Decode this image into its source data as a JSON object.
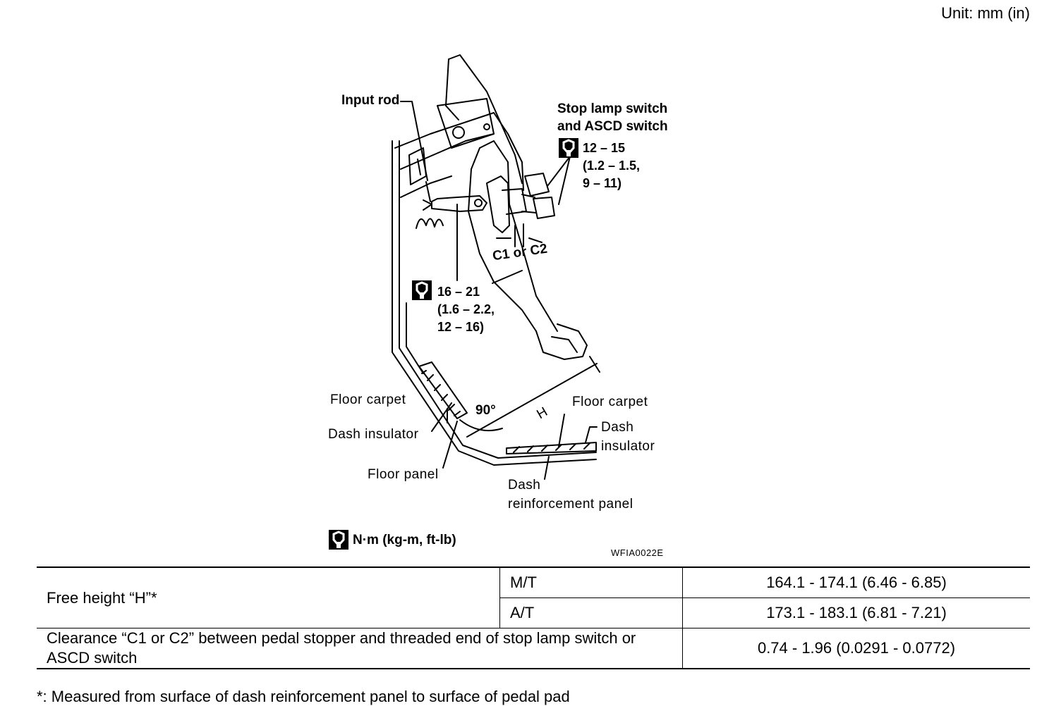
{
  "unit_label": "Unit: mm (in)",
  "figure": {
    "labels": {
      "input_rod": "Input rod",
      "stop_lamp_switch_1": "Stop lamp switch",
      "stop_lamp_switch_2": "and  ASCD switch",
      "clearance": "C1 or C2",
      "floor_carpet_left": "Floor  carpet",
      "dash_insulator_left": "Dash  insulator",
      "floor_panel": "Floor  panel",
      "angle": "90°",
      "h_dim": "H",
      "floor_carpet_right": "Floor  carpet",
      "dash_insulator_right_1": "Dash",
      "dash_insulator_right_2": "insulator",
      "dash_reinf_1": "Dash",
      "dash_reinf_2": "reinforcement  panel"
    },
    "torque_switch": {
      "l1": "12 – 15",
      "l2": "(1.2 – 1.5,",
      "l3": "9 – 11)"
    },
    "torque_pedal": {
      "l1": "16 – 21",
      "l2": "(1.6 – 2.2,",
      "l3": "12 – 16)"
    },
    "legend": "N·m (kg-m, ft-lb)",
    "code": "WFIA0022E"
  },
  "table": {
    "free_height": {
      "label": "Free height “H”*",
      "rows": [
        {
          "type": "M/T",
          "value": "164.1 - 174.1 (6.46 - 6.85)"
        },
        {
          "type": "A/T",
          "value": "173.1 - 183.1 (6.81 - 7.21)"
        }
      ]
    },
    "clearance": {
      "label": "Clearance “C1 or C2” between pedal stopper and threaded end of stop lamp switch or ASCD switch",
      "value": "0.74 - 1.96 (0.0291 - 0.0772)"
    }
  },
  "footnote": "*: Measured from surface of dash reinforcement panel to surface of pedal pad",
  "icons": [
    "torque-wrench-icon"
  ]
}
